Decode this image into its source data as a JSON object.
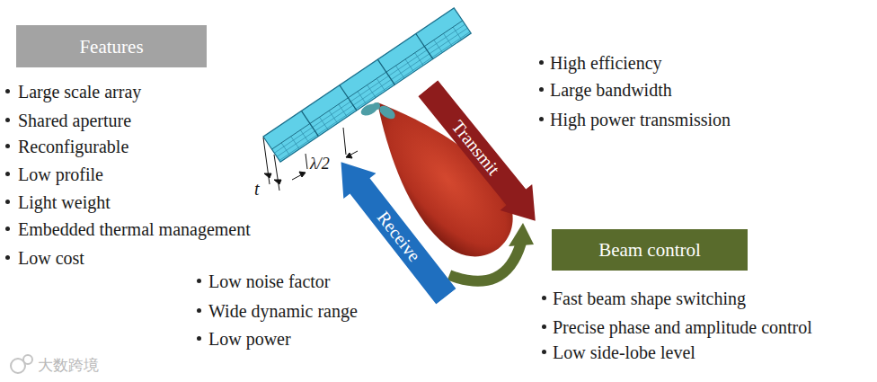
{
  "diagram": {
    "nodes": [
      {
        "text": [
          "Features"
        ]
      },
      {
        "text": [
          "Transmit"
        ]
      },
      {
        "text": [
          "Receive"
        ]
      },
      {
        "text": [
          "Beam control"
        ]
      }
    ],
    "labels": [
      "Large scale array",
      "Shared aperture",
      "Reconfigurable",
      "Low profile",
      "Light weight",
      "Embedded thermal management",
      "Low cost",
      "t",
      "λ/2",
      "High efficiency",
      "Large bandwidth",
      "High power transmission",
      "Low noise factor",
      "Wide dynamic range",
      "Low power",
      "Fast beam shape switching",
      "Precise phase and amplitude control",
      "Low side-lobe level",
      "大数跨境"
    ]
  }
}
